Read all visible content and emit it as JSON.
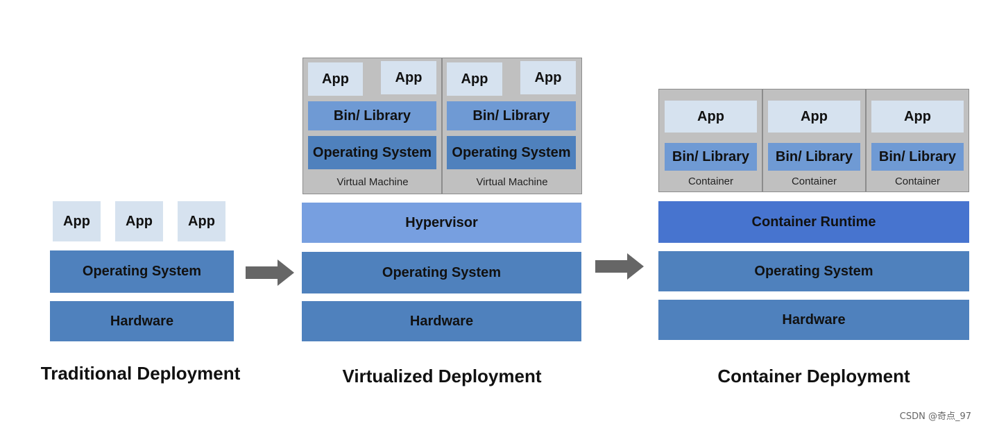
{
  "traditional": {
    "apps": [
      "App",
      "App",
      "App"
    ],
    "os": "Operating System",
    "hardware": "Hardware",
    "title": "Traditional Deployment"
  },
  "virtualized": {
    "vms": [
      {
        "apps": [
          "App",
          "App"
        ],
        "bin": "Bin/ Library",
        "os": "Operating System",
        "label": "Virtual Machine"
      },
      {
        "apps": [
          "App",
          "App"
        ],
        "bin": "Bin/ Library",
        "os": "Operating System",
        "label": "Virtual Machine"
      }
    ],
    "hypervisor": "Hypervisor",
    "os": "Operating System",
    "hardware": "Hardware",
    "title": "Virtualized Deployment"
  },
  "container": {
    "containers": [
      {
        "app": "App",
        "bin": "Bin/ Library",
        "label": "Container"
      },
      {
        "app": "App",
        "bin": "Bin/ Library",
        "label": "Container"
      },
      {
        "app": "App",
        "bin": "Bin/ Library",
        "label": "Container"
      }
    ],
    "runtime": "Container Runtime",
    "os": "Operating System",
    "hardware": "Hardware",
    "title": "Container Deployment"
  },
  "watermark": "CSDN @奇点_97",
  "colors": {
    "app": "#d6e2ef",
    "os_hardware": "#4f81bd",
    "bin_library": "#6f9ad4",
    "hypervisor": "#779fe0",
    "container_runtime": "#4774cf",
    "frame": "#c0c0c0",
    "arrow": "#666666"
  }
}
